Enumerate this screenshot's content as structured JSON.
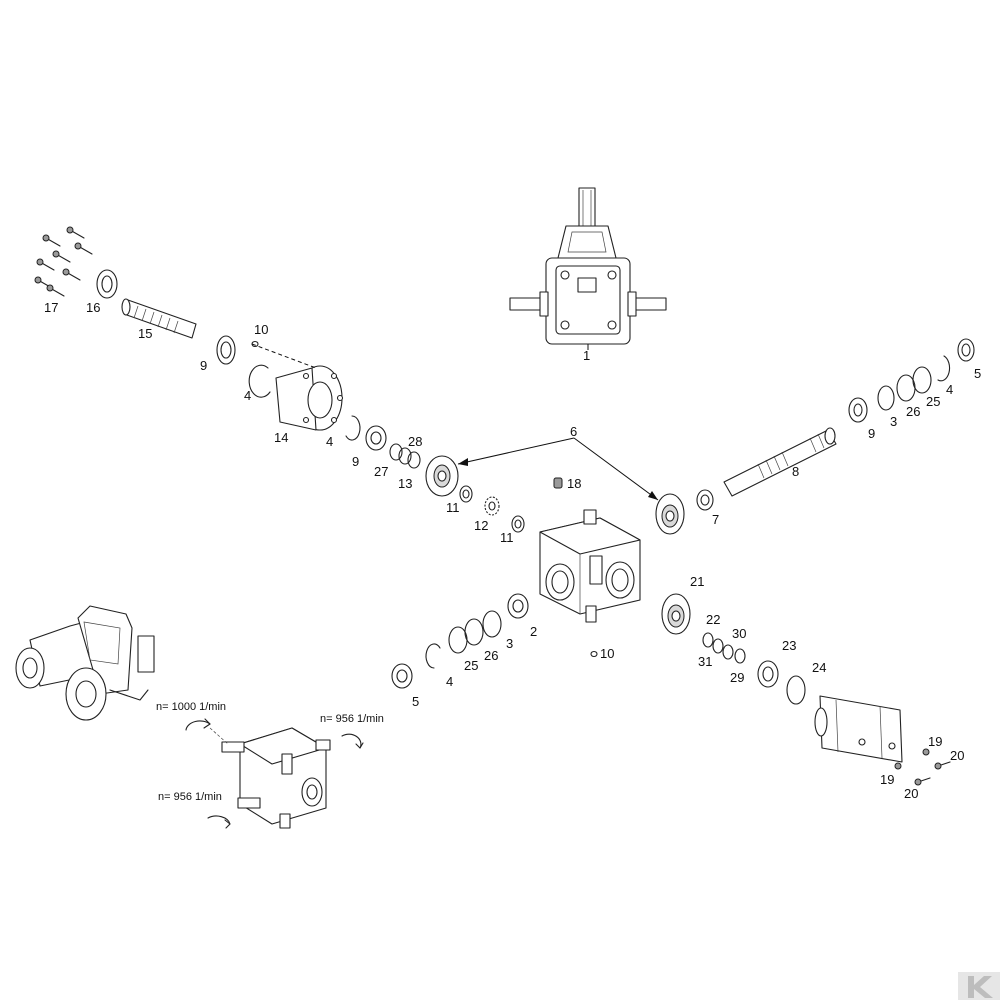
{
  "part_labels": {
    "p1": "1",
    "p2": "2",
    "p3a": "3",
    "p3b": "3",
    "p4a": "4",
    "p4b": "4",
    "p4c": "4",
    "p4d": "4",
    "p5a": "5",
    "p5b": "5",
    "p6": "6",
    "p7": "7",
    "p8": "8",
    "p9a": "9",
    "p9b": "9",
    "p9c": "9",
    "p10a": "10",
    "p10b": "10",
    "p11a": "11",
    "p11b": "11",
    "p12": "12",
    "p13": "13",
    "p14": "14",
    "p15": "15",
    "p16": "16",
    "p17": "17",
    "p18": "18",
    "p19a": "19",
    "p19b": "19",
    "p20a": "20",
    "p20b": "20",
    "p21": "21",
    "p22": "22",
    "p23": "23",
    "p24": "24",
    "p25a": "25",
    "p25b": "25",
    "p26a": "26",
    "p26b": "26",
    "p27": "27",
    "p28": "28",
    "p29": "29",
    "p30": "30",
    "p31": "31"
  },
  "rotation_labels": {
    "input": "n= 1000 1/min",
    "output_right": "n= 956 1/min",
    "output_left": "n= 956 1/min"
  },
  "brand_mark": "K"
}
